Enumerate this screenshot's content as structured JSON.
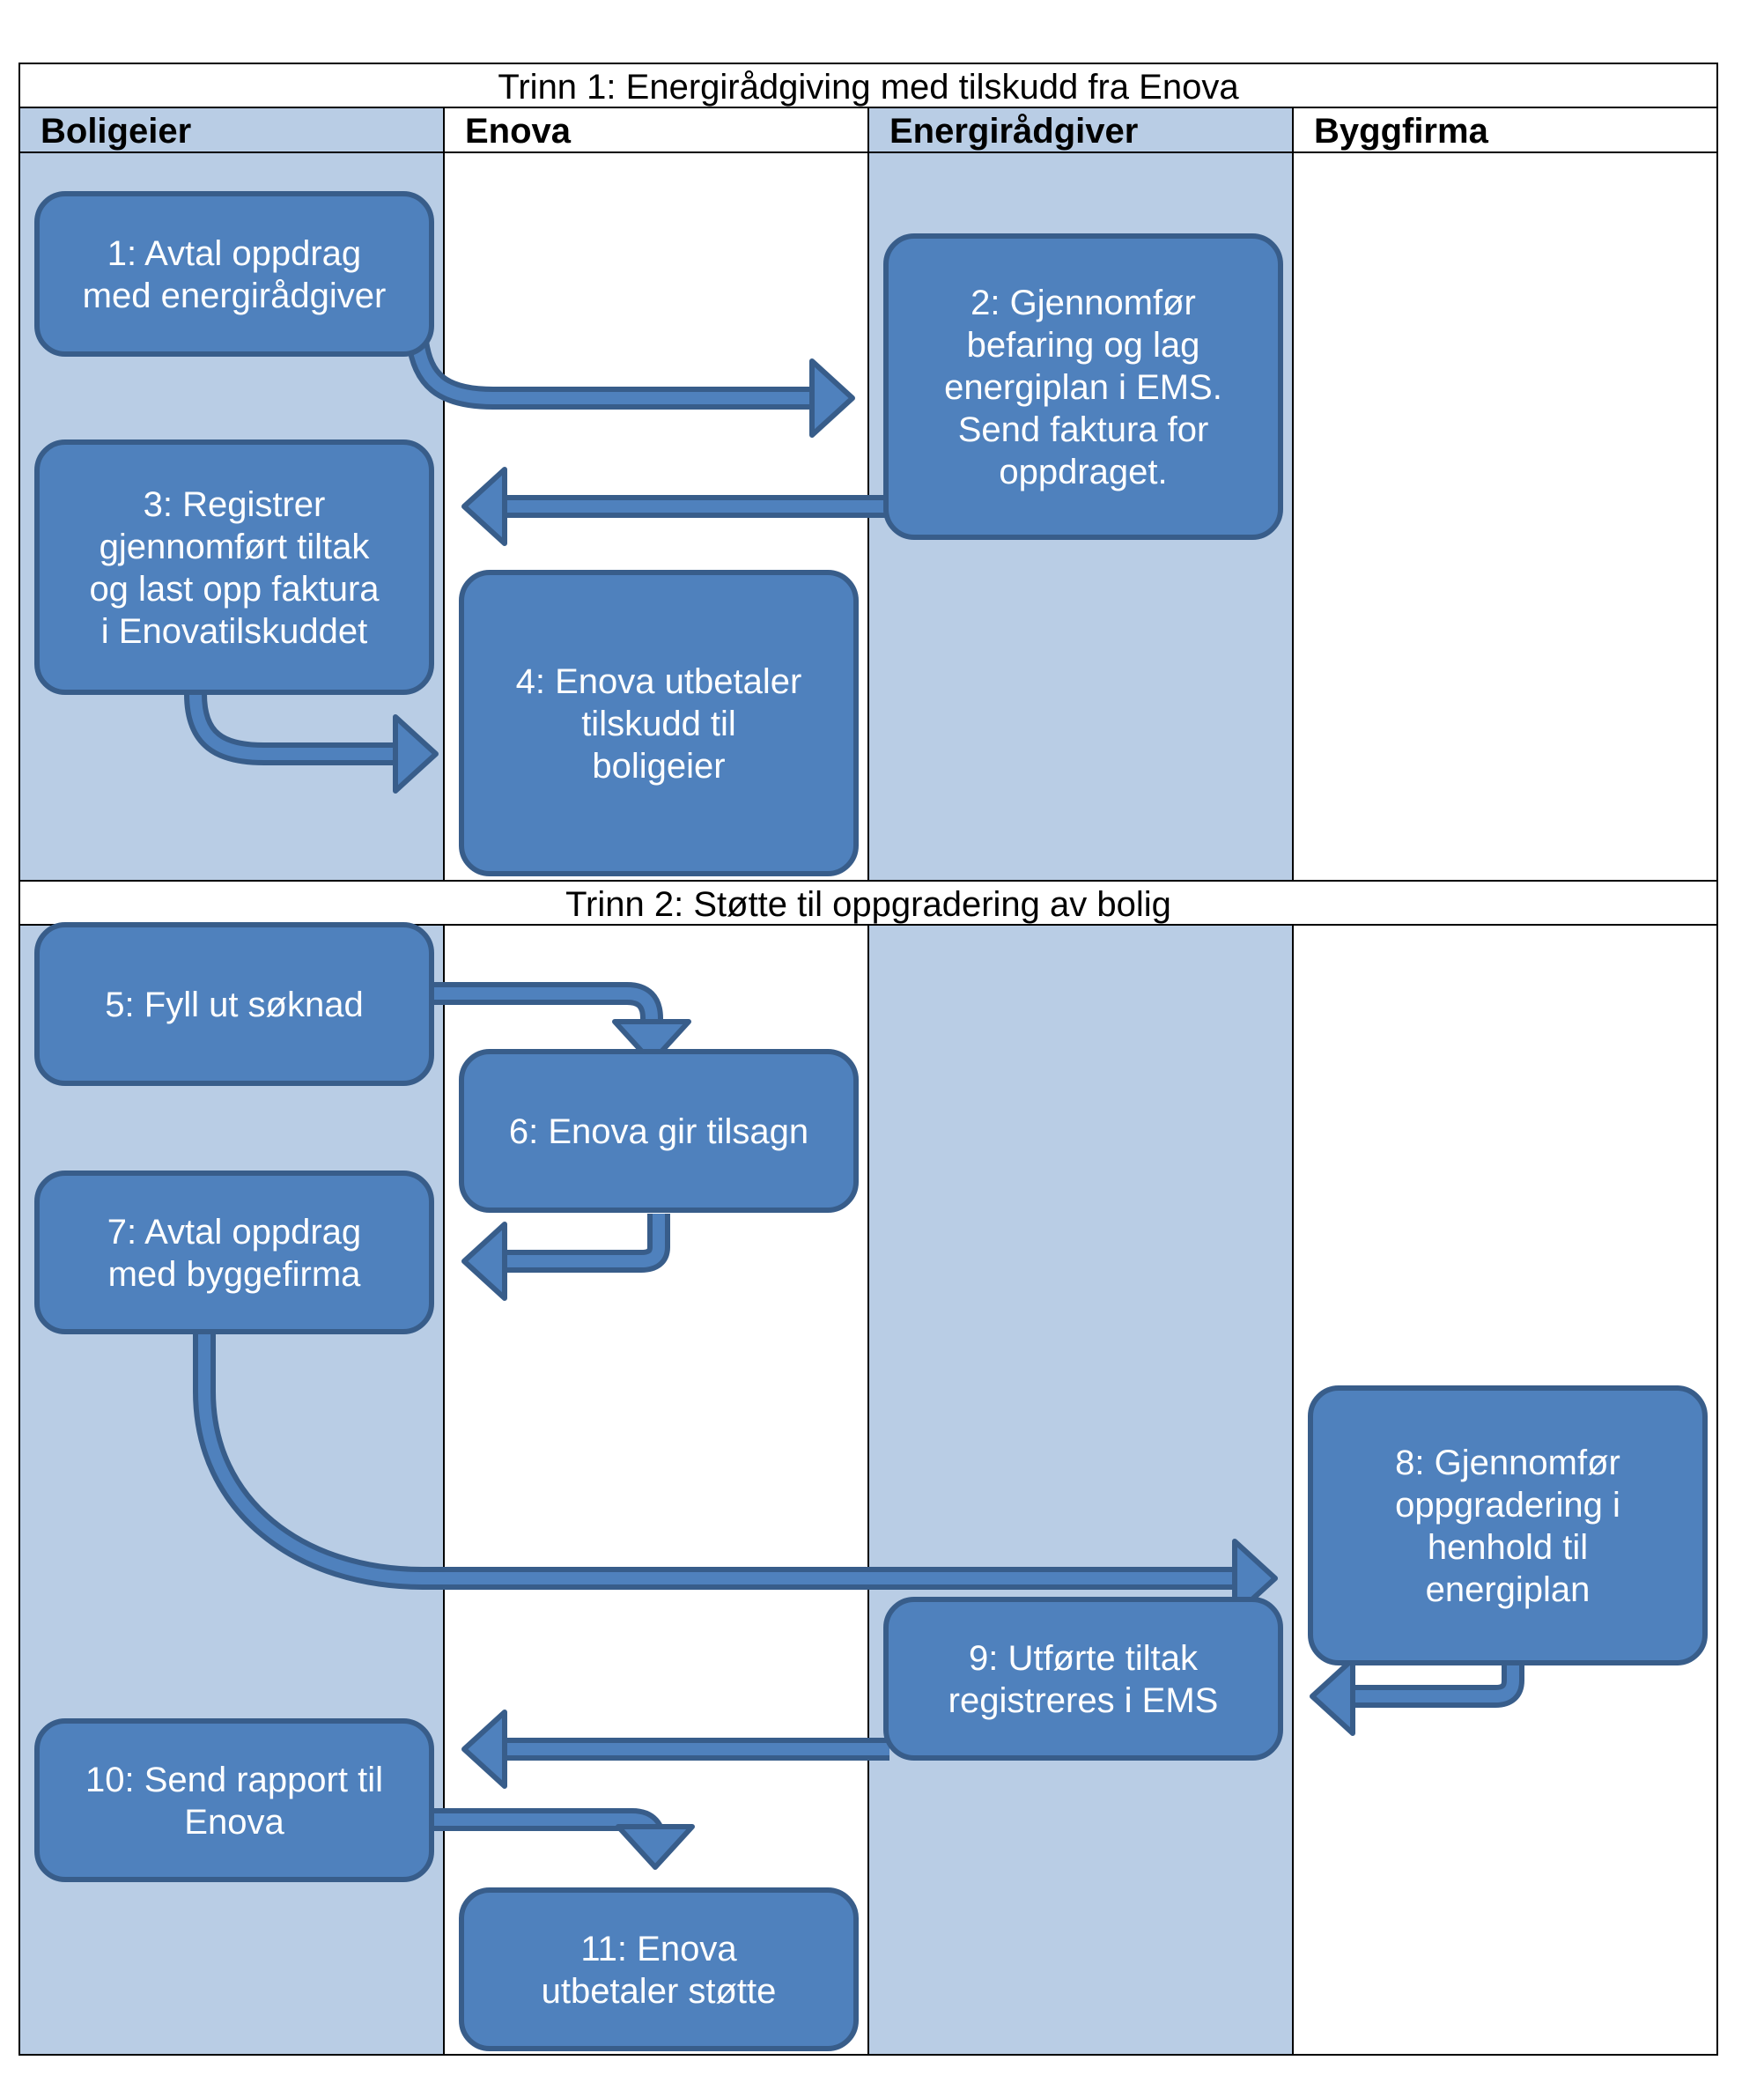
{
  "colors": {
    "lane_shade": "#b9cde5",
    "step_fill": "#4f81bd",
    "step_stroke": "#385d8a",
    "grid_line": "#000000",
    "text_dark": "#000000",
    "text_light": "#ffffff"
  },
  "stages": [
    {
      "title": "Trinn 1: Energirådgiving med tilskudd fra Enova"
    },
    {
      "title": "Trinn 2: Støtte til oppgradering av bolig"
    }
  ],
  "lanes": [
    {
      "label": "Boligeier",
      "shaded": true
    },
    {
      "label": "Enova",
      "shaded": false
    },
    {
      "label": "Energirådgiver",
      "shaded": true
    },
    {
      "label": "Byggfirma",
      "shaded": false
    }
  ],
  "steps": [
    {
      "id": "1",
      "lane": "Boligeier",
      "lines": [
        "1: Avtal oppdrag",
        "med energirådgiver"
      ]
    },
    {
      "id": "2",
      "lane": "Energirådgiver",
      "lines": [
        "2: Gjennomfør",
        "befaring og lag",
        "energiplan i EMS.",
        "Send faktura for",
        "oppdraget."
      ]
    },
    {
      "id": "3",
      "lane": "Boligeier",
      "lines": [
        "3: Registrer",
        "gjennomført tiltak",
        "og last opp faktura",
        "i Enovatilskuddet"
      ]
    },
    {
      "id": "4",
      "lane": "Enova",
      "lines": [
        "4: Enova utbetaler",
        "tilskudd til",
        "boligeier"
      ]
    },
    {
      "id": "5",
      "lane": "Boligeier",
      "lines": [
        "5: Fyll ut søknad"
      ]
    },
    {
      "id": "6",
      "lane": "Enova",
      "lines": [
        "6: Enova gir tilsagn"
      ]
    },
    {
      "id": "7",
      "lane": "Boligeier",
      "lines": [
        "7: Avtal oppdrag",
        "med byggefirma"
      ]
    },
    {
      "id": "8",
      "lane": "Byggfirma",
      "lines": [
        "8: Gjennomfør",
        "oppgradering i",
        "henhold til",
        "energiplan"
      ]
    },
    {
      "id": "9",
      "lane": "Energirådgiver",
      "lines": [
        "9: Utførte tiltak",
        "registreres i EMS"
      ]
    },
    {
      "id": "10",
      "lane": "Boligeier",
      "lines": [
        "10: Send rapport til",
        "Enova"
      ]
    },
    {
      "id": "11",
      "lane": "Enova",
      "lines": [
        "11: Enova",
        "utbetaler støtte"
      ]
    }
  ],
  "flows": [
    {
      "from": "1",
      "to": "2"
    },
    {
      "from": "2",
      "to": "3"
    },
    {
      "from": "3",
      "to": "4"
    },
    {
      "from": "5",
      "to": "6"
    },
    {
      "from": "6",
      "to": "7"
    },
    {
      "from": "7",
      "to": "8"
    },
    {
      "from": "8",
      "to": "9"
    },
    {
      "from": "9",
      "to": "10"
    },
    {
      "from": "10",
      "to": "11"
    }
  ]
}
